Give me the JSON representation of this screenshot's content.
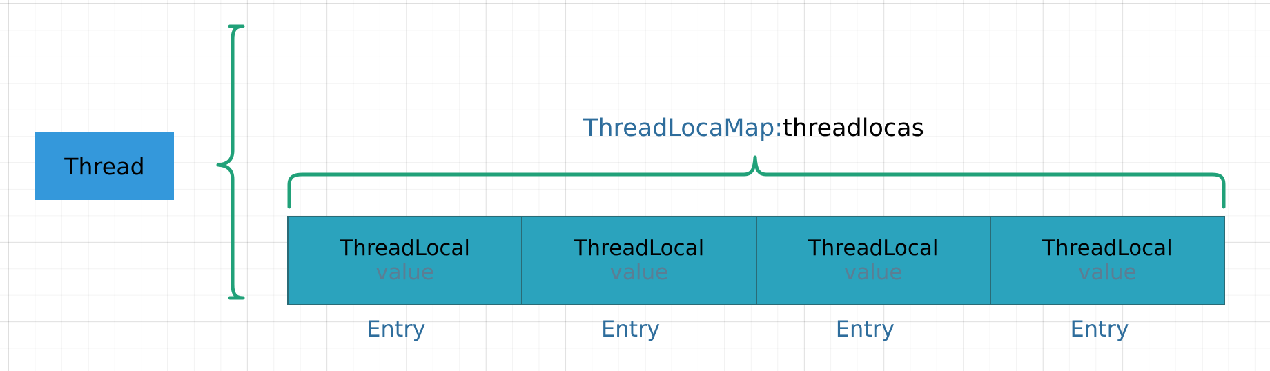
{
  "diagram": {
    "title": "ThreadLocal structure diagram",
    "thread": {
      "label": "Thread",
      "color": "#3498db"
    },
    "map_title": {
      "key": "ThreadLocaMap:",
      "value": "threadlocas",
      "key_color": "#2e6d9c",
      "value_color": "#000000"
    },
    "table": {
      "fill_color": "#2ba3bd",
      "border_color": "#2a6b76",
      "cells": [
        {
          "type": "ThreadLocal",
          "value": "value"
        },
        {
          "type": "ThreadLocal",
          "value": "value"
        },
        {
          "type": "ThreadLocal",
          "value": "value"
        },
        {
          "type": "ThreadLocal",
          "value": "value"
        }
      ]
    },
    "entry_labels": [
      {
        "label": "Entry"
      },
      {
        "label": "Entry"
      },
      {
        "label": "Entry"
      },
      {
        "label": "Entry"
      }
    ],
    "braces": {
      "color": "#21a179",
      "left_brace_name": "thread-owns-map-brace",
      "top_brace_name": "map-spans-entries-brace"
    }
  }
}
